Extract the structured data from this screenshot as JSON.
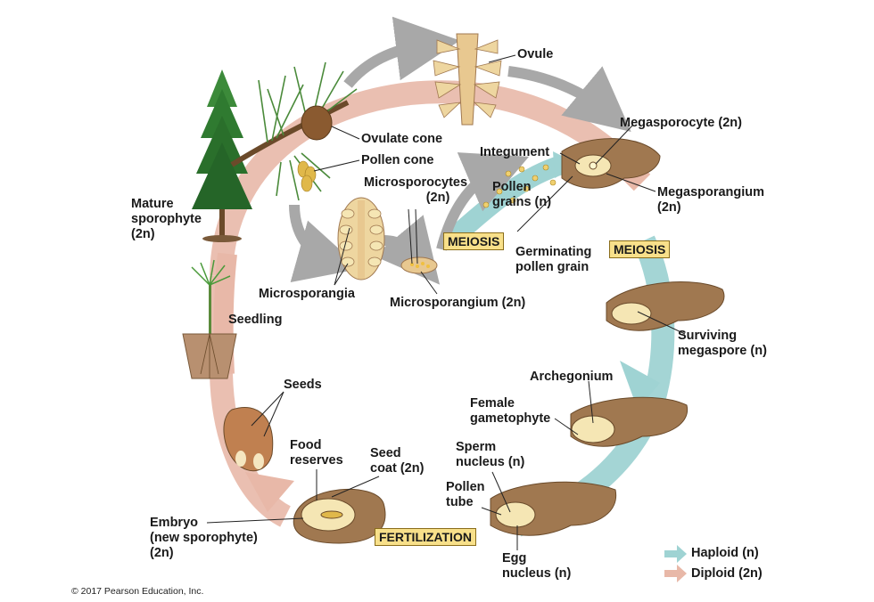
{
  "labels": {
    "ovule": "Ovule",
    "megasporocyte": "Megasporocyte (2n)",
    "ovulate_cone": "Ovulate cone",
    "pollen_cone": "Pollen cone",
    "integument": "Integument",
    "microsporocytes": [
      "Microsporocytes",
      "(2n)"
    ],
    "pollen_grains": [
      "Pollen",
      "grains (n)"
    ],
    "megasporangium": [
      "Megasporangium",
      "(2n)"
    ],
    "mature_sporophyte": [
      "Mature",
      "sporophyte",
      "(2n)"
    ],
    "germinating_pollen": [
      "Germinating",
      "pollen grain"
    ],
    "microsporangia": "Microsporangia",
    "microsporangium": "Microsporangium (2n)",
    "seedling": "Seedling",
    "surviving_megaspore": [
      "Surviving",
      "megaspore (n)"
    ],
    "archegonium": "Archegonium",
    "seeds": "Seeds",
    "female_gametophyte": [
      "Female",
      "gametophyte"
    ],
    "food_reserves": [
      "Food",
      "reserves"
    ],
    "seed_coat": [
      "Seed",
      "coat (2n)"
    ],
    "sperm_nucleus": [
      "Sperm",
      "nucleus (n)"
    ],
    "pollen_tube": [
      "Pollen",
      "tube"
    ],
    "embryo": [
      "Embryo",
      "(new sporophyte)",
      "(2n)"
    ],
    "egg_nucleus": [
      "Egg",
      "nucleus (n)"
    ]
  },
  "stages": {
    "meiosis_1": "MEIOSIS",
    "meiosis_2": "MEIOSIS",
    "fertilization": "FERTILIZATION"
  },
  "legend": {
    "haploid": "Haploid (n)",
    "diploid": "Diploid (2n)"
  },
  "colors": {
    "haploid": "#9fd3d3",
    "diploid": "#e8b8a8",
    "gray_arrow": "#a8a8a8",
    "stage_fill": "#f8e08a",
    "tissue": "#a07850",
    "gametophyte": "#f5e6b4"
  },
  "copyright": "© 2017 Pearson Education, Inc."
}
